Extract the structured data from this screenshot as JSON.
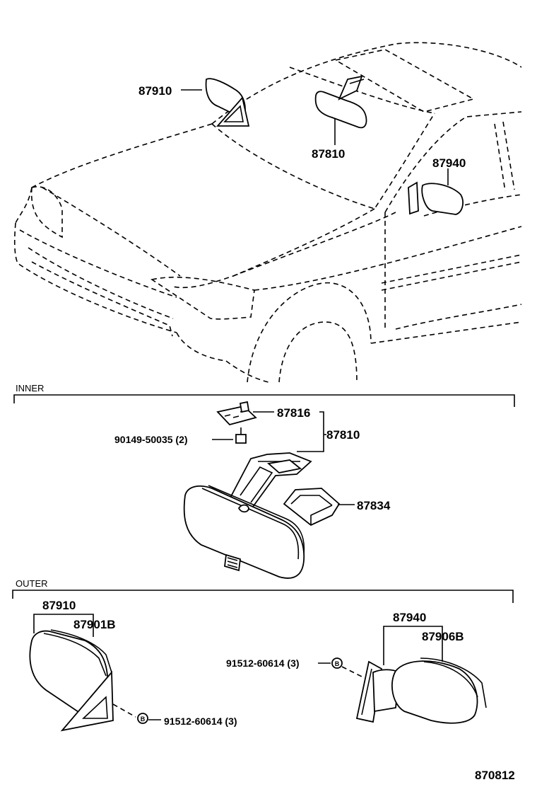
{
  "sections": {
    "inner_title": "INNER",
    "outer_title": "OUTER"
  },
  "overview": {
    "outer_mirror_left": "87910",
    "inner_mirror": "87810",
    "outer_mirror_right": "87940"
  },
  "inner": {
    "bracket_label": "87816",
    "screw_label": "90149-50035 (2)",
    "assembly_label": "87810",
    "cover_label": "87834"
  },
  "outer": {
    "left_assembly_label": "87910",
    "left_sub_label": "87901B",
    "left_screw_label": "91512-60614 (3)",
    "right_assembly_label": "87940",
    "right_sub_label": "87906B",
    "right_screw_label": "91512-60614 (3)"
  },
  "diagram_number": "870812"
}
